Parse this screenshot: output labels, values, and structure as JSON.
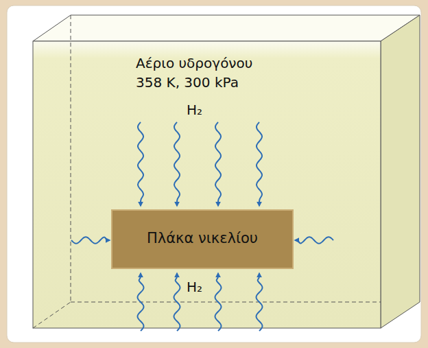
{
  "diagram": {
    "nodes": [
      {
        "text": [
          "Αέριο υδρογόνου",
          "358 K, 300 kPa"
        ]
      },
      {
        "text": [
          "Πλάκα νικελίου"
        ],
        "in": 0
      }
    ],
    "labels": [
      "H₂",
      "H₂"
    ]
  }
}
